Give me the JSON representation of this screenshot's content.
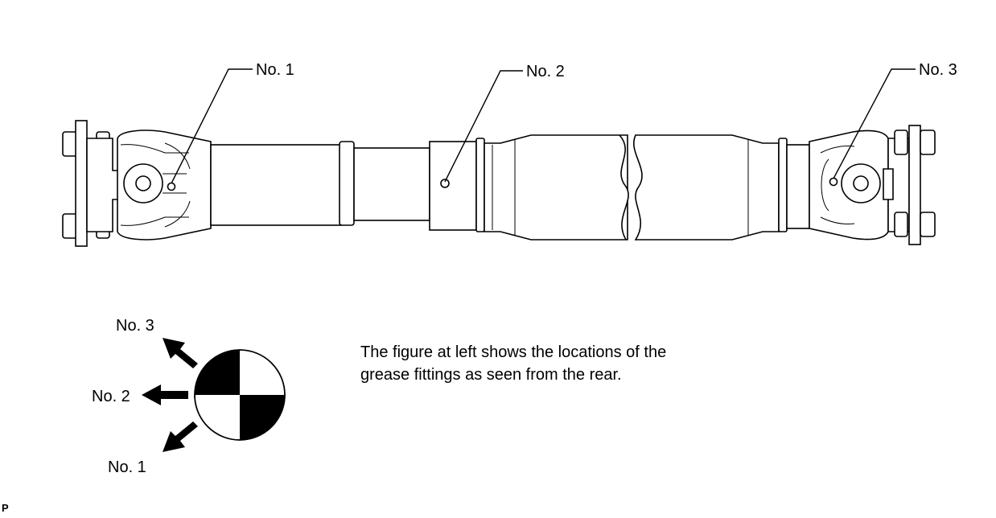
{
  "callouts": {
    "no1": "No. 1",
    "no2": "No. 2",
    "no3": "No. 3"
  },
  "orientation_labels": {
    "no1": "No. 1",
    "no2": "No. 2",
    "no3": "No. 3"
  },
  "note": {
    "line1": "The figure at left shows the locations of the",
    "line2": "grease fittings as seen from the rear."
  },
  "corner_mark": "P"
}
